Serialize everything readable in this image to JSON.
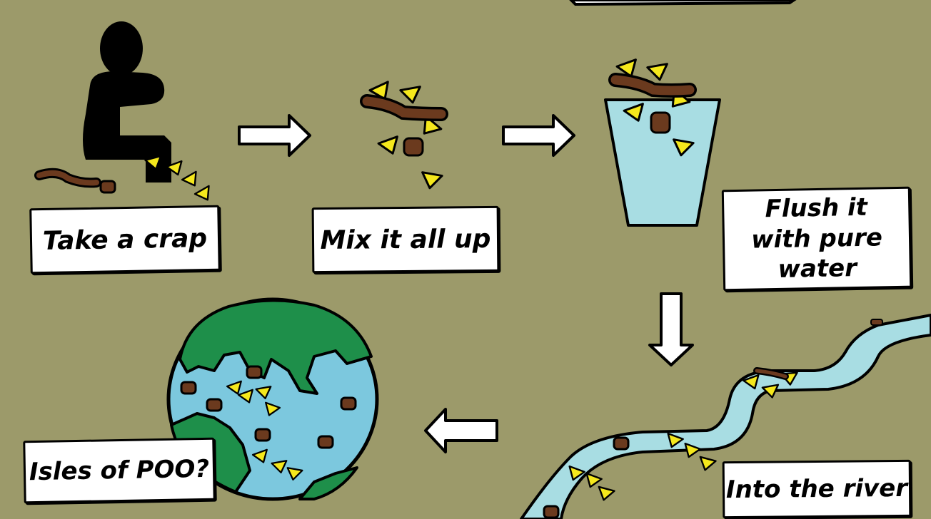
{
  "colors": {
    "background": "#9c9a6a",
    "water": "#a8dde3",
    "poo": "#6b3a1e",
    "pee_drop": "#f5e81c",
    "land": "#1e8f4a",
    "ocean": "#7cc8de",
    "label_bg": "#ffffff"
  },
  "steps": [
    {
      "label": "Take a crap"
    },
    {
      "label": "Mix it all up"
    },
    {
      "label": "Flush it with pure water"
    },
    {
      "label": "Into the river"
    },
    {
      "label": "Isles of POO?"
    }
  ],
  "icons": {
    "person": "sitting-person-silhouette",
    "arrow_right": "arrow-right-icon",
    "arrow_down": "arrow-down-icon",
    "arrow_left": "arrow-left-icon",
    "cup": "water-cup",
    "river": "river",
    "globe": "polluted-globe"
  }
}
